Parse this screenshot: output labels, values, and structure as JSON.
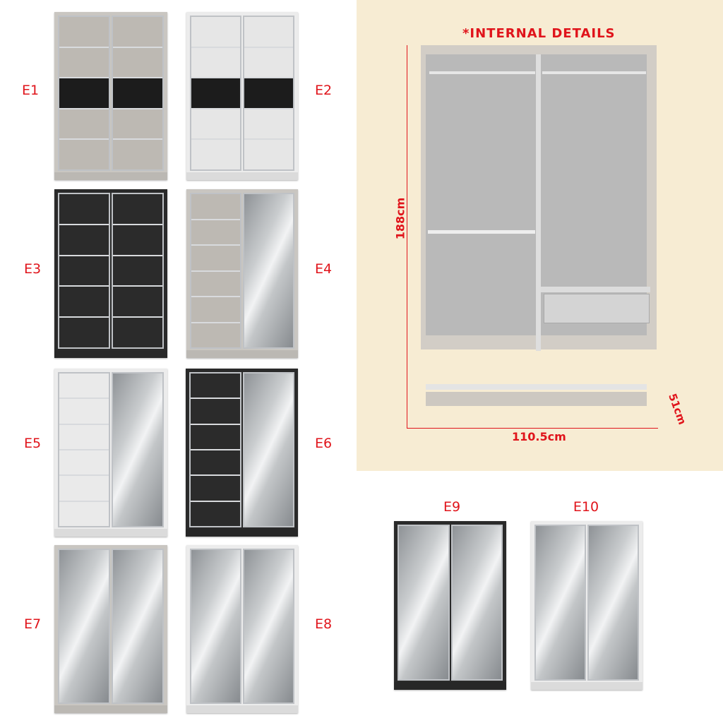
{
  "internal": {
    "title": "*INTERNAL DETAILS",
    "height": "188cm",
    "width": "110.5cm",
    "depth": "51cm"
  },
  "models": [
    {
      "label": "E1",
      "frame": "#c9c6c1",
      "doors": [
        [
          "#bdb9b3",
          "#bdb9b3",
          "#1c1c1c",
          "#bdb9b3",
          "#bdb9b3"
        ],
        [
          "#bdb9b3",
          "#bdb9b3",
          "#1c1c1c",
          "#bdb9b3",
          "#bdb9b3"
        ]
      ]
    },
    {
      "label": "E2",
      "frame": "#ececec",
      "doors": [
        [
          "#e6e6e6",
          "#e6e6e6",
          "#1c1c1c",
          "#e6e6e6",
          "#e6e6e6"
        ],
        [
          "#e6e6e6",
          "#e6e6e6",
          "#1c1c1c",
          "#e6e6e6",
          "#e6e6e6"
        ]
      ]
    },
    {
      "label": "E3",
      "frame": "#2a2a2a",
      "doors": [
        [
          "#2b2b2b",
          "#2b2b2b",
          "#2b2b2b",
          "#2b2b2b",
          "#2b2b2b"
        ],
        [
          "#2b2b2b",
          "#2b2b2b",
          "#2b2b2b",
          "#2b2b2b",
          "#2b2b2b"
        ]
      ]
    },
    {
      "label": "E4",
      "frame": "#c9c6c1",
      "doors": [
        [
          "#bdb9b3",
          "#bdb9b3",
          "#bdb9b3",
          "#bdb9b3",
          "#bdb9b3",
          "#bdb9b3"
        ],
        "mirror"
      ]
    },
    {
      "label": "E5",
      "frame": "#ececec",
      "doors": [
        [
          "#eaeaea",
          "#eaeaea",
          "#eaeaea",
          "#eaeaea",
          "#eaeaea",
          "#eaeaea"
        ],
        "mirror"
      ]
    },
    {
      "label": "E6",
      "frame": "#2a2a2a",
      "doors": [
        [
          "#2b2b2b",
          "#2b2b2b",
          "#2b2b2b",
          "#2b2b2b",
          "#2b2b2b",
          "#2b2b2b"
        ],
        "mirror"
      ]
    },
    {
      "label": "E7",
      "frame": "#c9c6c1",
      "doors": [
        "mirror",
        "mirror"
      ]
    },
    {
      "label": "E8",
      "frame": "#ececec",
      "doors": [
        "mirror",
        "mirror"
      ]
    },
    {
      "label": "E9",
      "frame": "#2a2a2a",
      "doors": [
        "mirror",
        "mirror"
      ]
    },
    {
      "label": "E10",
      "frame": "#ececec",
      "doors": [
        "mirror",
        "mirror"
      ]
    }
  ]
}
